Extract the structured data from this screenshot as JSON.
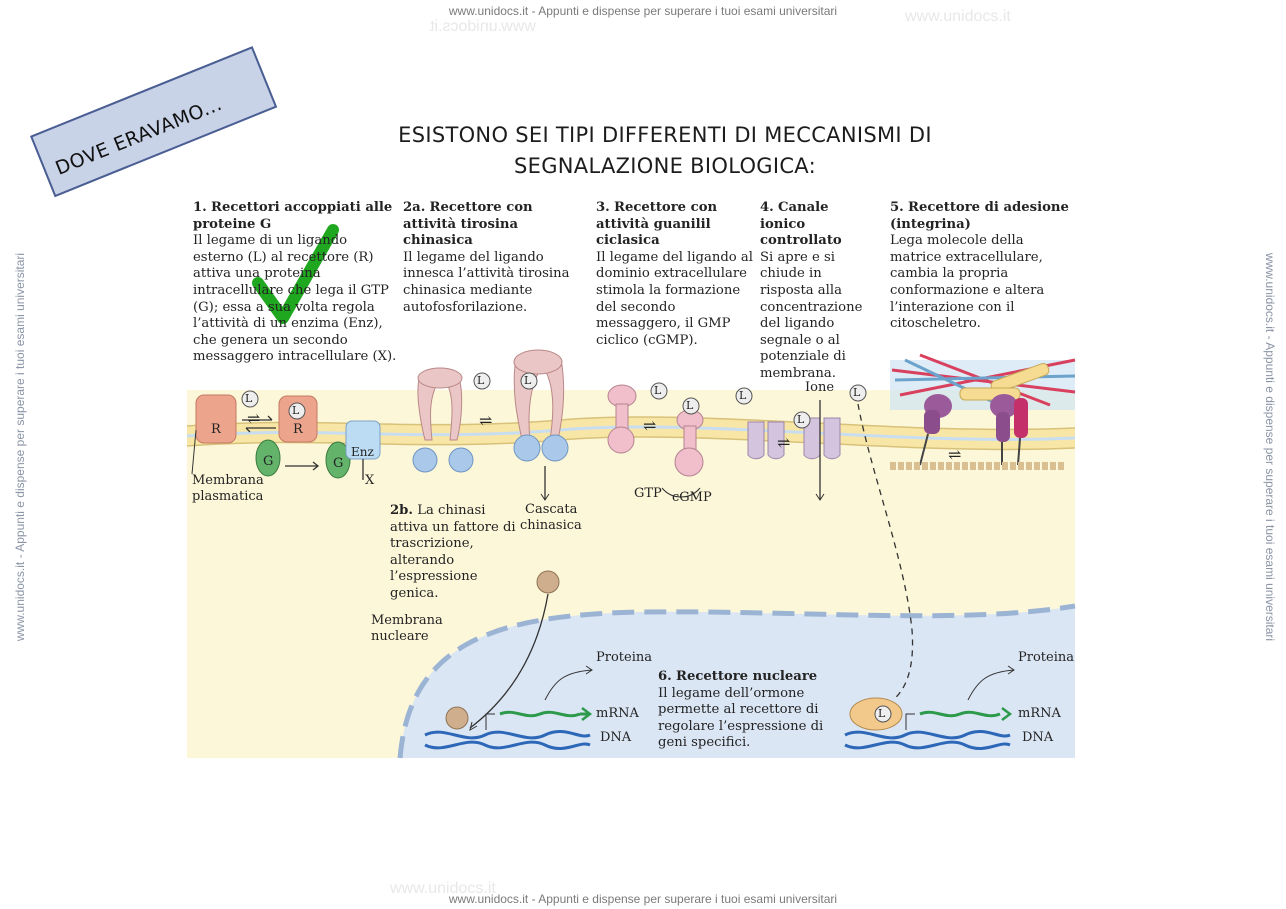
{
  "watermark": {
    "top": "www.unidocs.it - Appunti e dispense per superare i tuoi esami universitari",
    "bottom": "www.unidocs.it - Appunti e dispense per superare i tuoi esami universitari",
    "left": "www.unidocs.it - Appunti e dispense per superare i tuoi esami universitari",
    "right": "www.unidocs.it - Appunti e dispense per superare i tuoi esami universitari",
    "faint": "www.unidocs.it"
  },
  "banner": "DOVE ERAVAMO...",
  "title": {
    "line1": "ESISTONO SEI TIPI DIFFERENTI DI MECCANISMI DI",
    "line2": "SEGNALAZIONE BIOLOGICA:"
  },
  "mechanisms": [
    {
      "num": "1.",
      "heading": "Recettori accoppiati alle proteine G",
      "body": "Il legame di un ligando esterno (L) al recettore (R) attiva una proteina intracellulare che lega il GTP (G); essa a sua volta regola l’attività di un enzima (Enz), che genera un secondo messaggero intracellulare (X)."
    },
    {
      "num": "2a.",
      "heading": "Recettore con attività tirosina chinasica",
      "body": "Il legame del ligando innesca l’attività tirosina chinasica mediante autofosforilazione."
    },
    {
      "num": "3.",
      "heading": "Recettore con attività guanilil ciclasica",
      "body": "Il legame del ligando al dominio extracellulare stimola la formazione del secondo messaggero, il GMP ciclico (cGMP)."
    },
    {
      "num": "4.",
      "heading": "Canale ionico controllato",
      "body": "Si apre e si chiude in risposta alla concentrazione del ligando segnale o al potenziale di membrana."
    },
    {
      "num": "5.",
      "heading": "Recettore di adesione (integrina)",
      "body": "Lega molecole della matrice extracellulare, cambia la propria conformazione e altera l’interazione con il citoscheletro."
    },
    {
      "num": "2b.",
      "heading": "",
      "body": "La chinasi attiva un fattore di trascrizione, alterando l’espressione genica."
    },
    {
      "num": "6.",
      "heading": "Recettore nucleare",
      "body": "Il legame dell’ormone permette al recettore di regolare l’espressione di geni specifici."
    }
  ],
  "labels": {
    "L": "L",
    "R": "R",
    "G": "G",
    "enz": "Enz",
    "x": "X",
    "membrana_plasmatica_1": "Membrana",
    "membrana_plasmatica_2": "plasmatica",
    "membrana_nucleare_1": "Membrana",
    "membrana_nucleare_2": "nucleare",
    "cascata_1": "Cascata",
    "cascata_2": "chinasica",
    "gtp": "GTP",
    "cgmp": "cGMP",
    "ione": "Ione",
    "proteina": "Proteina",
    "mrna": "mRNA",
    "dna": "DNA",
    "equilibrium": "⇌"
  },
  "colors": {
    "checkmark": "#1fa81f",
    "panel": "#fdf7d9",
    "membrane": "#f7e6a6",
    "nucleus": "#dbe6f5",
    "nuclear_envelope": "#9cb4d4"
  }
}
